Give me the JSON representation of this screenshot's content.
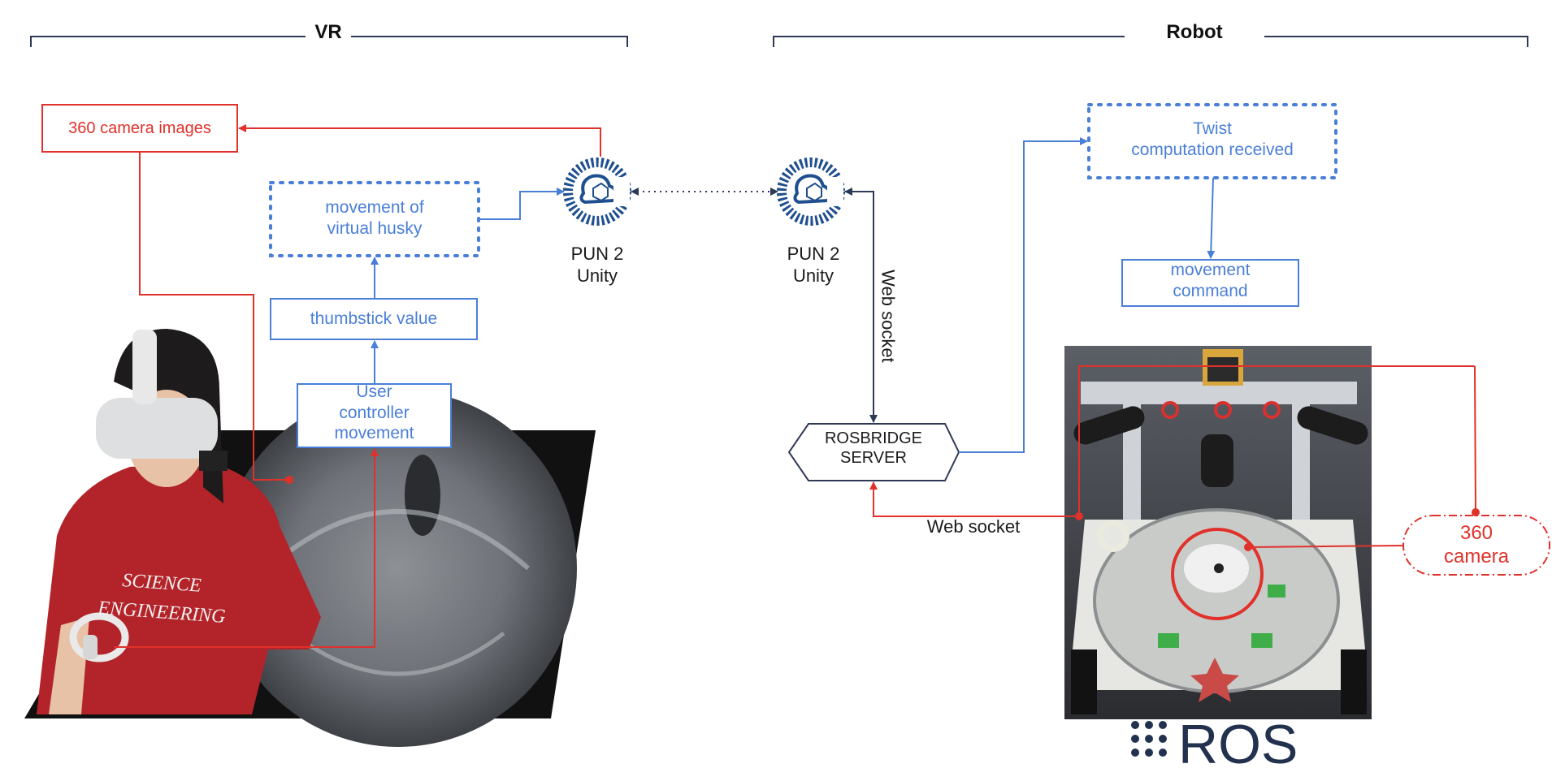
{
  "headers": {
    "vr": "VR",
    "robot": "Robot"
  },
  "nodes": {
    "camera_images": "360 camera images",
    "virtual_husky": "movement of\nvirtual husky",
    "thumbstick": "thumbstick value",
    "user_controller": "User\ncontroller\nmovement",
    "pun_left": "PUN 2\nUnity",
    "pun_right": "PUN 2\nUnity",
    "twist": "Twist\ncomputation received",
    "movement_command": "movement\ncommand",
    "rosbridge": "ROSBRIDGE\nSERVER",
    "camera_360": "360\ncamera"
  },
  "edge_labels": {
    "websocket_vertical": "Web socket",
    "websocket_horizontal": "Web socket"
  },
  "logo": {
    "ros": "ROS"
  },
  "shirt_text": [
    "SCIENCE",
    "ENGINEERING"
  ],
  "colors": {
    "blue": "#4a7fd8",
    "red": "#e0312b",
    "dark": "#2e3a55",
    "unity": "#1f4f8f"
  }
}
